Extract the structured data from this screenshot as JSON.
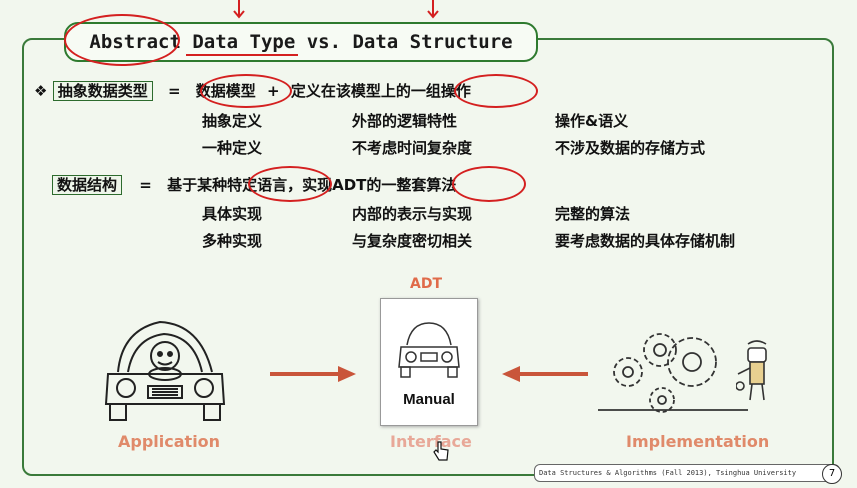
{
  "title": "Abstract Data Type vs. Data Structure",
  "adt_def": {
    "bullet": "❖",
    "term": "抽象数据类型",
    "eq": "=",
    "part1": "数据模型",
    "plus": "+",
    "part2a": "定义在该模型上的",
    "part2b": "一组操作",
    "rows": [
      [
        "抽象定义",
        "外部的逻辑特性",
        "操作&语义"
      ],
      [
        "一种定义",
        "不考虑时间复杂度",
        "不涉及数据的存储方式"
      ]
    ]
  },
  "ds_def": {
    "term": "数据结构",
    "eq": "=",
    "text_a": "基于某种",
    "text_b": "特定语言",
    "text_c": "，实现ADT的一整",
    "text_d": "套算法",
    "rows": [
      [
        "具体实现",
        "内部的表示与实现",
        "完整的算法"
      ],
      [
        "多种实现",
        "与复杂度密切相关",
        "要考虑数据的具体存储机制"
      ]
    ]
  },
  "diagram": {
    "adt_label": "ADT",
    "manual_label": "Manual",
    "application_label": "Application",
    "interface_label": "Interface",
    "implementation_label": "Implementation",
    "icons": [
      "car-driver-icon",
      "car-manual-icon",
      "gears-icon",
      "robot-icon",
      "cursor-hand-icon"
    ]
  },
  "footer": {
    "text": "Data Structures & Algorithms (Fall 2013), Tsinghua University",
    "page": "7"
  },
  "colors": {
    "frame": "#3a7a3a",
    "annotation": "#d42020",
    "arrow": "#c9553a",
    "label": "#e08a6a"
  }
}
